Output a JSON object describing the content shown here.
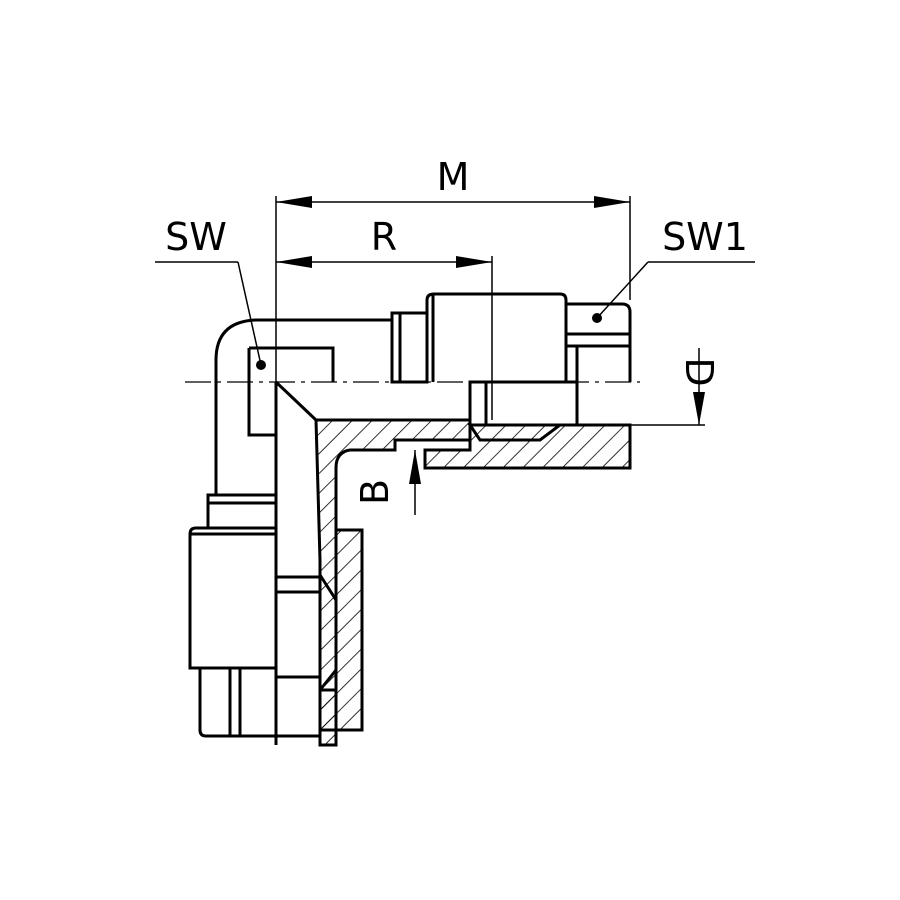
{
  "figure": {
    "description_labels": {
      "M": "M",
      "R": "R",
      "SW": "SW",
      "SW1": "SW1",
      "D": "D",
      "B": "B"
    },
    "colors": {
      "line": "#000000",
      "background": "#ffffff"
    }
  }
}
